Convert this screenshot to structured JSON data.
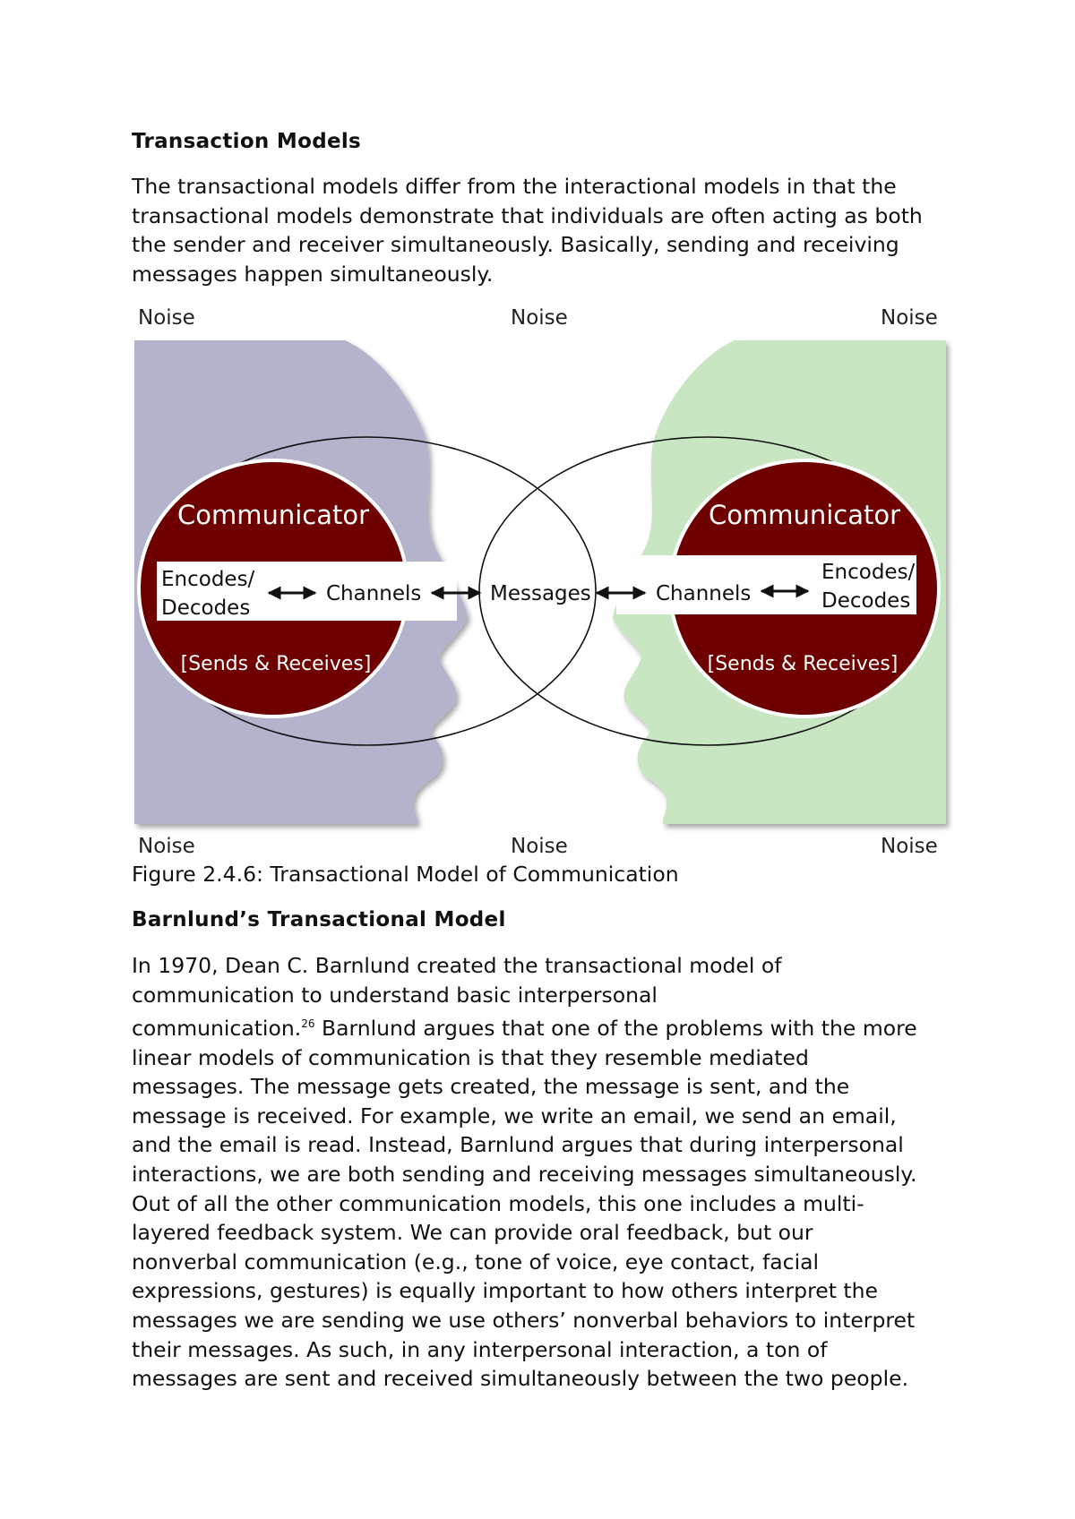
{
  "section1": {
    "heading": "Transaction Models",
    "paragraph": "The transactional models differ from the interactional models in that the\ntransactional models demonstrate that individuals are often acting as both\nthe sender and receiver simultaneously. Basically, sending and receiving\nmessages happen simultaneously."
  },
  "figure": {
    "noise_label": "Noise",
    "left": {
      "title": "Communicator",
      "encodes": "Encodes/",
      "decodes": "Decodes",
      "channels": "Channels",
      "sends": "[Sends & Receives]"
    },
    "right": {
      "title": "Communicator",
      "encodes": "Encodes/",
      "decodes": "Decodes",
      "channels": "Channels",
      "sends": "[Sends & Receives]"
    },
    "messages": "Messages",
    "colors": {
      "left_head": "#b3b3cc",
      "right_head": "#c9e6c2",
      "circle": "#6e0000"
    },
    "caption": "Figure 2.4.6: Transactional Model of Communication"
  },
  "section2": {
    "heading": "Barnlund’s Transactional Model",
    "para_start": "In 1970, Dean C. Barnlund created the transactional model of\ncommunication to understand basic interpersonal\ncommunication.",
    "footnote": "26",
    "para_end": " Barnlund argues that one of the problems with the more\nlinear models of communication is that they resemble mediated\nmessages. The message gets created, the message is sent, and the\nmessage is received. For example, we write an email, we send an email,\nand the email is read. Instead, Barnlund argues that during interpersonal\ninteractions, we are both sending and receiving messages simultaneously.\nOut of all the other communication models, this one includes a multi-\nlayered feedback system. We can provide oral feedback, but our\nnonverbal communication (e.g., tone of voice, eye contact, facial\nexpressions, gestures) is equally important to how others interpret the\nmessages we are sending we use others’ nonverbal behaviors to interpret\ntheir messages. As such, in any interpersonal interaction, a ton of\nmessages are sent and received simultaneously between the two people."
  }
}
